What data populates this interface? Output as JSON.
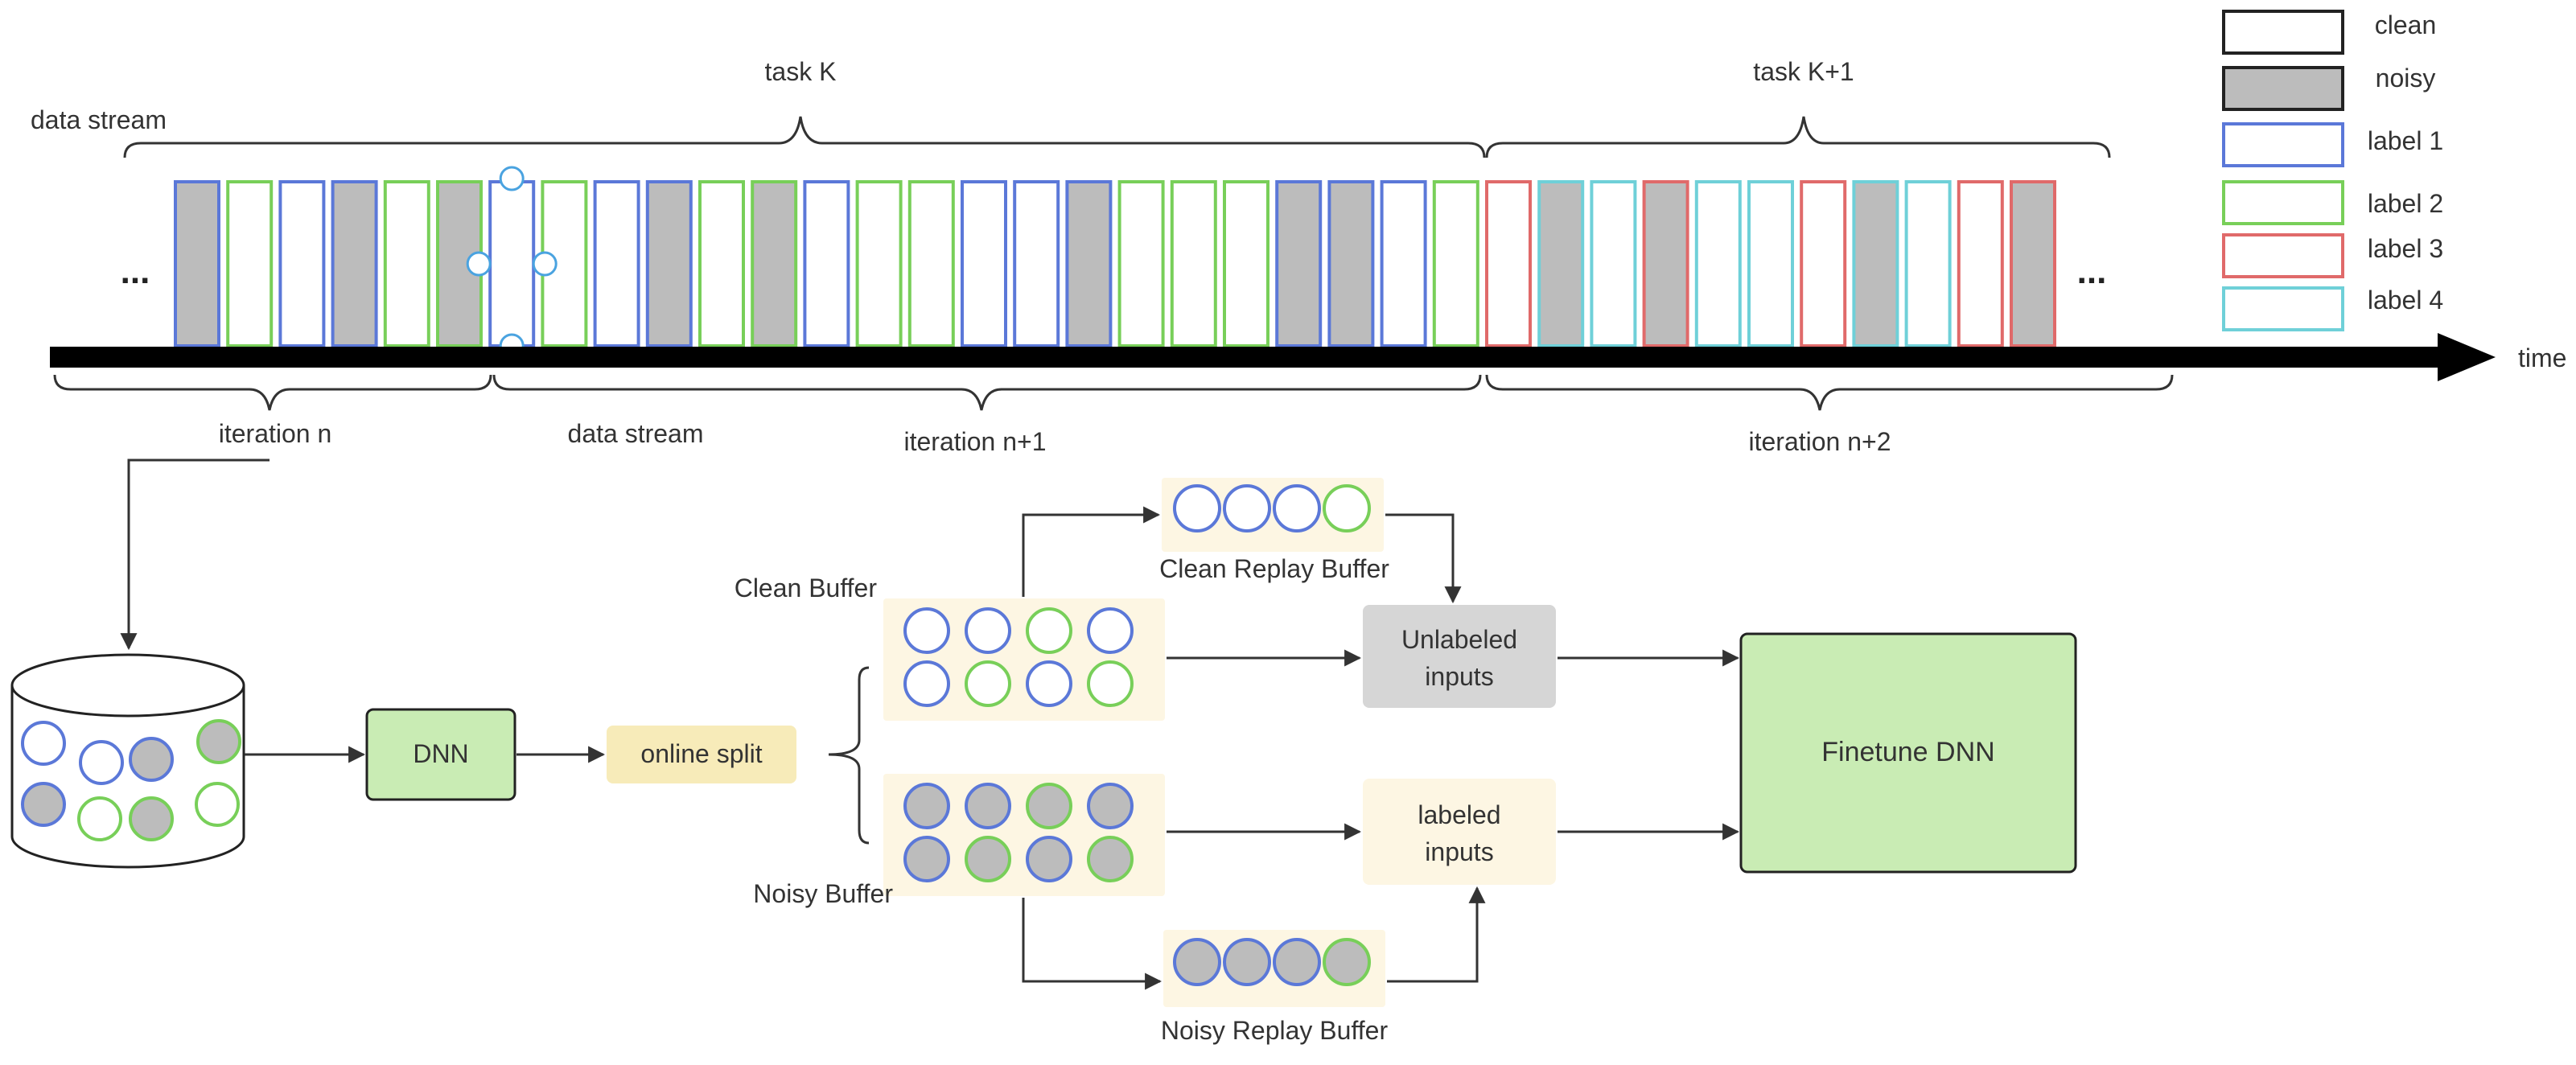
{
  "colors": {
    "clean": "#ffffff",
    "noisy": "#bcbcbc",
    "label1": "#5b78d8",
    "label2": "#78cf59",
    "label3": "#e06a6a",
    "label4": "#6fd0d8",
    "timeline": "#000000",
    "node_green_fill": "#c9ecb4",
    "buffer_bg": "#fdf6e3",
    "online_split_fill": "#f7ebb9",
    "unlabeled_fill": "#d6d6d6",
    "selection_handle": "#4aa3e0"
  },
  "legend": [
    {
      "label": "clean",
      "fill": "clean",
      "stroke": "#222222"
    },
    {
      "label": "noisy",
      "fill": "noisy",
      "stroke": "#222222"
    },
    {
      "label": "label 1",
      "fill": "clean",
      "stroke": "label1"
    },
    {
      "label": "label 2",
      "fill": "clean",
      "stroke": "label2"
    },
    {
      "label": "label 3",
      "fill": "clean",
      "stroke": "label3"
    },
    {
      "label": "label 4",
      "fill": "clean",
      "stroke": "label4"
    }
  ],
  "stream": {
    "ellipsis_left": "...",
    "ellipsis_right": "...",
    "time_label": "time",
    "data_stream_label_top": "data stream",
    "data_stream_label_bottom": "data stream",
    "task_k_label": "task K",
    "task_k1_label": "task K+1",
    "iteration_labels": [
      "iteration n",
      "iteration n+1",
      "iteration n+2"
    ],
    "samples": [
      {
        "label": 1,
        "noisy": true
      },
      {
        "label": 2,
        "noisy": false
      },
      {
        "label": 1,
        "noisy": false
      },
      {
        "label": 1,
        "noisy": true
      },
      {
        "label": 2,
        "noisy": false
      },
      {
        "label": 2,
        "noisy": true
      },
      {
        "label": 1,
        "noisy": false,
        "selected": true
      },
      {
        "label": 2,
        "noisy": false
      },
      {
        "label": 1,
        "noisy": false
      },
      {
        "label": 1,
        "noisy": true
      },
      {
        "label": 2,
        "noisy": false
      },
      {
        "label": 2,
        "noisy": true
      },
      {
        "label": 1,
        "noisy": false
      },
      {
        "label": 2,
        "noisy": false
      },
      {
        "label": 2,
        "noisy": false
      },
      {
        "label": 1,
        "noisy": false
      },
      {
        "label": 1,
        "noisy": false
      },
      {
        "label": 1,
        "noisy": true
      },
      {
        "label": 2,
        "noisy": false
      },
      {
        "label": 2,
        "noisy": false
      },
      {
        "label": 2,
        "noisy": false
      },
      {
        "label": 1,
        "noisy": true
      },
      {
        "label": 1,
        "noisy": true
      },
      {
        "label": 1,
        "noisy": false
      },
      {
        "label": 2,
        "noisy": false
      },
      {
        "label": 3,
        "noisy": false
      },
      {
        "label": 4,
        "noisy": true
      },
      {
        "label": 4,
        "noisy": false
      },
      {
        "label": 3,
        "noisy": true
      },
      {
        "label": 4,
        "noisy": false
      },
      {
        "label": 4,
        "noisy": false
      },
      {
        "label": 3,
        "noisy": false
      },
      {
        "label": 4,
        "noisy": true
      },
      {
        "label": 4,
        "noisy": false
      },
      {
        "label": 3,
        "noisy": false
      },
      {
        "label": 3,
        "noisy": true
      }
    ]
  },
  "pipeline": {
    "database_samples": [
      {
        "label": 1,
        "noisy": false
      },
      {
        "label": 1,
        "noisy": false
      },
      {
        "label": 1,
        "noisy": true
      },
      {
        "label": 2,
        "noisy": true
      },
      {
        "label": 1,
        "noisy": true
      },
      {
        "label": 2,
        "noisy": false
      },
      {
        "label": 2,
        "noisy": true
      },
      {
        "label": 2,
        "noisy": false
      }
    ],
    "dnn_label": "DNN",
    "online_split_label": "online split",
    "clean_buffer_label": "Clean Buffer",
    "clean_buffer_samples": [
      {
        "label": 1,
        "noisy": false
      },
      {
        "label": 1,
        "noisy": false
      },
      {
        "label": 2,
        "noisy": false
      },
      {
        "label": 1,
        "noisy": false
      },
      {
        "label": 1,
        "noisy": false
      },
      {
        "label": 2,
        "noisy": false
      },
      {
        "label": 1,
        "noisy": false
      },
      {
        "label": 2,
        "noisy": false
      }
    ],
    "noisy_buffer_label": "Noisy Buffer",
    "noisy_buffer_samples": [
      {
        "label": 1,
        "noisy": true
      },
      {
        "label": 1,
        "noisy": true
      },
      {
        "label": 2,
        "noisy": true
      },
      {
        "label": 1,
        "noisy": true
      },
      {
        "label": 1,
        "noisy": true
      },
      {
        "label": 2,
        "noisy": true
      },
      {
        "label": 1,
        "noisy": true
      },
      {
        "label": 2,
        "noisy": true
      }
    ],
    "clean_replay_label": "Clean Replay Buffer",
    "clean_replay_samples": [
      {
        "label": 1,
        "noisy": false
      },
      {
        "label": 1,
        "noisy": false
      },
      {
        "label": 1,
        "noisy": false
      },
      {
        "label": 2,
        "noisy": false
      }
    ],
    "noisy_replay_label": "Noisy Replay Buffer",
    "noisy_replay_samples": [
      {
        "label": 1,
        "noisy": true
      },
      {
        "label": 1,
        "noisy": true
      },
      {
        "label": 1,
        "noisy": true
      },
      {
        "label": 2,
        "noisy": true
      }
    ],
    "unlabeled_label_line1": "Unlabeled",
    "unlabeled_label_line2": "inputs",
    "labeled_label_line1": "labeled",
    "labeled_label_line2": "inputs",
    "finetune_label": "Finetune DNN"
  }
}
